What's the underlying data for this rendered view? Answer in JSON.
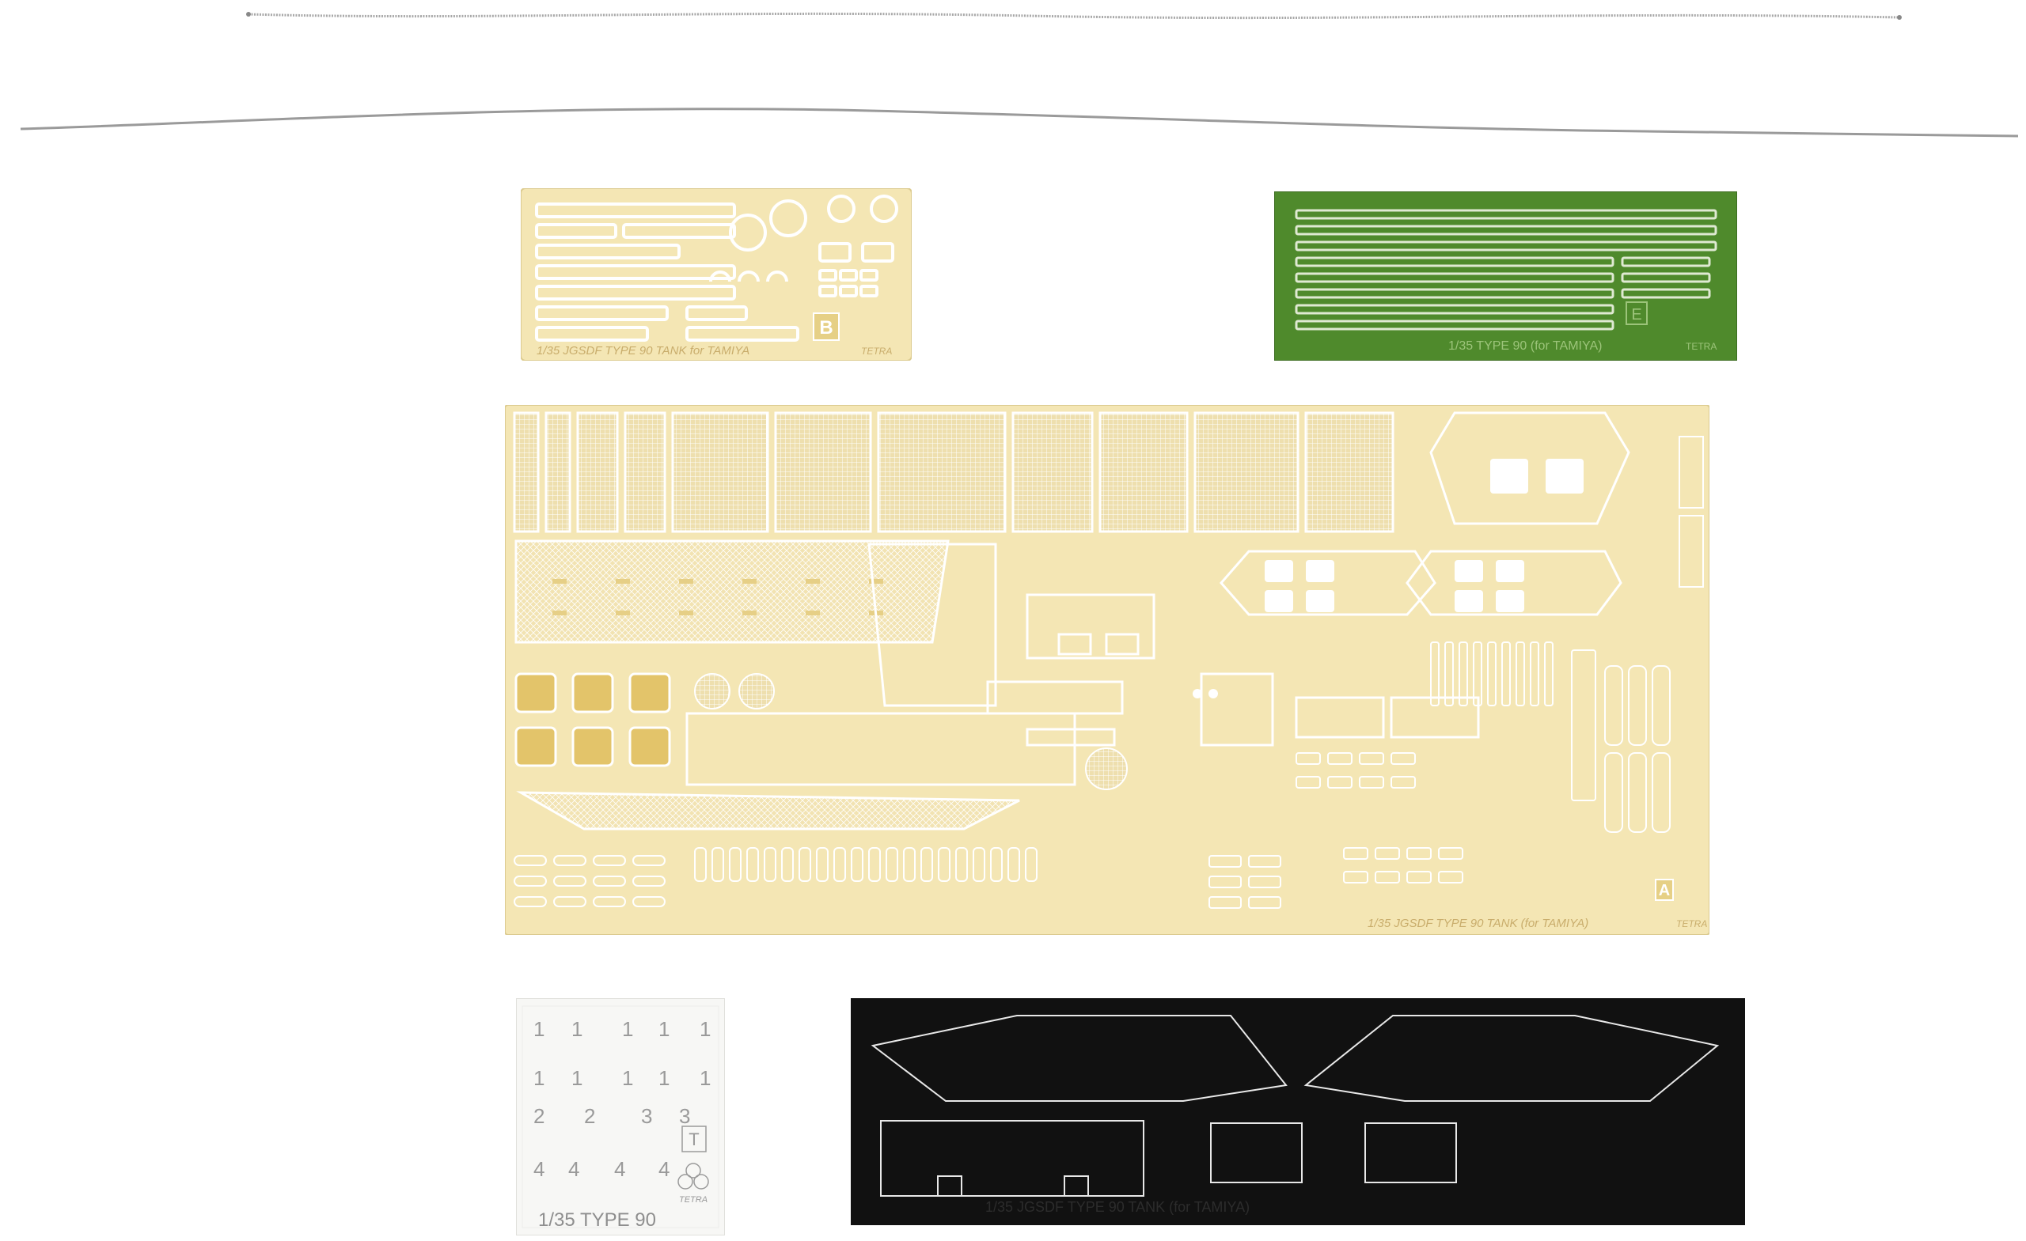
{
  "fret_b": {
    "letter": "B",
    "caption": "1/35 JGSDF TYPE 90 TANK for TAMIYA",
    "brand": "TETRA"
  },
  "fret_e": {
    "letter": "E",
    "caption": "1/35 TYPE 90 (for TAMIYA)",
    "brand": "TETRA"
  },
  "fret_a": {
    "letter": "A",
    "caption": "1/35 JGSDF TYPE 90 TANK (for TAMIYA)",
    "brand": "TETRA"
  },
  "decal_sheet": {
    "letter": "T",
    "caption": "1/35 TYPE 90",
    "brand": "TETRA",
    "numbers": [
      [
        "1",
        "1",
        "1",
        "1",
        "1"
      ],
      [
        "1",
        "1",
        "1",
        "1",
        "1"
      ],
      [
        "2",
        "2",
        "3",
        "3"
      ],
      [
        "4",
        "4",
        "4",
        "4"
      ]
    ]
  },
  "mask_sheet": {
    "color": "#111111",
    "caption": "1/35 JGSDF TYPE 90 TANK (for TAMIYA)"
  },
  "colors": {
    "brass": "#f4e6b4",
    "brass_line": "#ffffff",
    "green": "#4f8a2c",
    "wire": "#9a9a9a"
  }
}
